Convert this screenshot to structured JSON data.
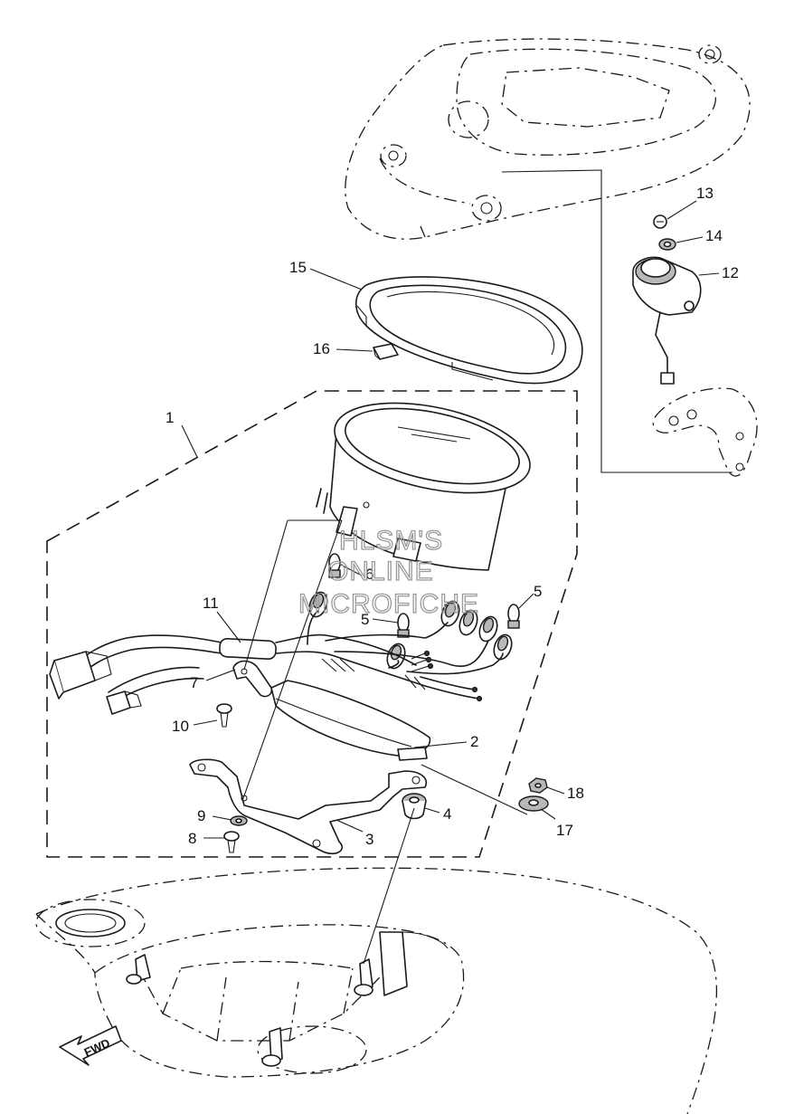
{
  "callouts": [
    {
      "id": "c1",
      "label": "1"
    },
    {
      "id": "c2",
      "label": "2"
    },
    {
      "id": "c3",
      "label": "3"
    },
    {
      "id": "c4",
      "label": "4"
    },
    {
      "id": "c5a",
      "label": "5"
    },
    {
      "id": "c5b",
      "label": "5"
    },
    {
      "id": "c6",
      "label": "6"
    },
    {
      "id": "c7",
      "label": "7"
    },
    {
      "id": "c8",
      "label": "8"
    },
    {
      "id": "c9",
      "label": "9"
    },
    {
      "id": "c10",
      "label": "10"
    },
    {
      "id": "c11",
      "label": "11"
    },
    {
      "id": "c12",
      "label": "12"
    },
    {
      "id": "c13",
      "label": "13"
    },
    {
      "id": "c14",
      "label": "14"
    },
    {
      "id": "c15",
      "label": "15"
    },
    {
      "id": "c16",
      "label": "16"
    },
    {
      "id": "c17",
      "label": "17"
    },
    {
      "id": "c18",
      "label": "18"
    }
  ],
  "watermark": {
    "line1": "HLSM'S",
    "line2": "ONLINE",
    "line3": "MICROFICHE"
  },
  "direction_arrow": {
    "label": "FWD"
  }
}
